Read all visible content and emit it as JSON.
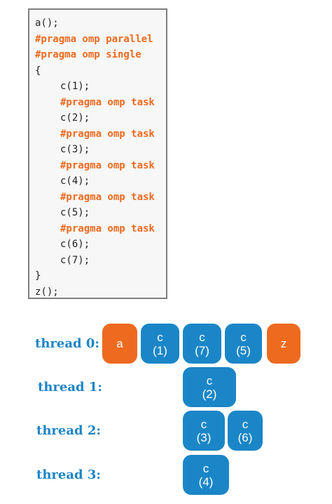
{
  "code": {
    "lines": [
      {
        "text": "a();",
        "kind": "code",
        "indent": false
      },
      {
        "text": "#pragma omp parallel",
        "kind": "pragma",
        "indent": false
      },
      {
        "text": "#pragma omp single",
        "kind": "pragma",
        "indent": false
      },
      {
        "text": "{",
        "kind": "code",
        "indent": false
      },
      {
        "text": "c(1);",
        "kind": "code",
        "indent": true
      },
      {
        "text": "#pragma omp task",
        "kind": "pragma",
        "indent": true
      },
      {
        "text": "c(2);",
        "kind": "code",
        "indent": true
      },
      {
        "text": "#pragma omp task",
        "kind": "pragma",
        "indent": true
      },
      {
        "text": "c(3);",
        "kind": "code",
        "indent": true
      },
      {
        "text": "#pragma omp task",
        "kind": "pragma",
        "indent": true
      },
      {
        "text": "c(4);",
        "kind": "code",
        "indent": true
      },
      {
        "text": "#pragma omp task",
        "kind": "pragma",
        "indent": true
      },
      {
        "text": "c(5);",
        "kind": "code",
        "indent": true
      },
      {
        "text": "#pragma omp task",
        "kind": "pragma",
        "indent": true
      },
      {
        "text": "c(6);",
        "kind": "code",
        "indent": true
      },
      {
        "text": "c(7);",
        "kind": "code",
        "indent": true
      },
      {
        "text": "}",
        "kind": "code",
        "indent": false
      },
      {
        "text": "z();",
        "kind": "code",
        "indent": false
      }
    ]
  },
  "threads": [
    {
      "label": "thread 0:"
    },
    {
      "label": "thread 1:"
    },
    {
      "label": "thread 2:"
    },
    {
      "label": "thread 3:"
    }
  ],
  "blocks": {
    "t0_a": {
      "name": "a",
      "arg": ""
    },
    "t0_c1": {
      "name": "c",
      "arg": "(1)"
    },
    "t0_c7": {
      "name": "c",
      "arg": "(7)"
    },
    "t0_c5": {
      "name": "c",
      "arg": "(5)"
    },
    "t0_z": {
      "name": "z",
      "arg": ""
    },
    "t1_c2": {
      "name": "c",
      "arg": "(2)"
    },
    "t2_c3": {
      "name": "c",
      "arg": "(3)"
    },
    "t2_c6": {
      "name": "c",
      "arg": "(6)"
    },
    "t3_c4": {
      "name": "c",
      "arg": "(4)"
    }
  },
  "colors": {
    "pragma": "#ee6a1f",
    "task_block": "#1a86c7",
    "serial_block": "#ee6a1f",
    "thread_label": "#1d85c6"
  }
}
